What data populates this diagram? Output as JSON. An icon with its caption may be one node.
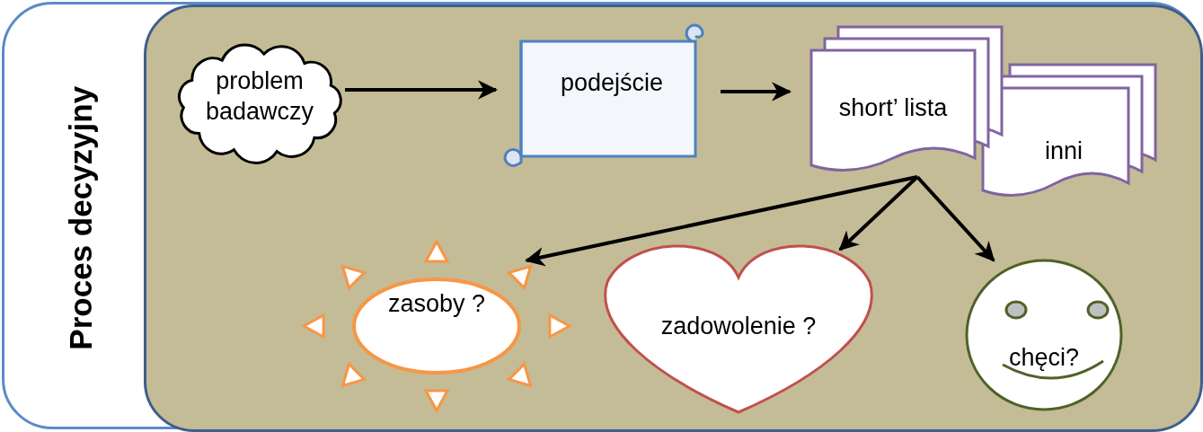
{
  "diagram": {
    "nodes": [
      {
        "text": [
          "Proces decyzyjny"
        ]
      },
      {
        "text": [],
        "shape": "box",
        "in": 0
      },
      {
        "text": [
          "problem badawczy"
        ],
        "in": 1
      },
      {
        "text": [
          "podejście"
        ],
        "in": 1
      },
      {
        "text": [
          "short’ lista"
        ],
        "in": 1
      },
      {
        "text": [
          "inni"
        ],
        "in": 1
      },
      {
        "text": [
          "zasoby ?"
        ],
        "in": 1
      },
      {
        "text": [
          "zadowolenie ?"
        ],
        "in": 1
      },
      {
        "text": [
          "chęci?"
        ],
        "in": 1
      }
    ],
    "edges": [
      {
        "from": 2,
        "to": 3,
        "arrow": "to"
      },
      {
        "from": 3,
        "to": 4,
        "arrow": "to"
      },
      {
        "from": 4,
        "to": 6,
        "arrow": "to"
      },
      {
        "from": 4,
        "to": 7,
        "arrow": "to"
      },
      {
        "from": 4,
        "to": 8,
        "arrow": "to"
      }
    ]
  }
}
